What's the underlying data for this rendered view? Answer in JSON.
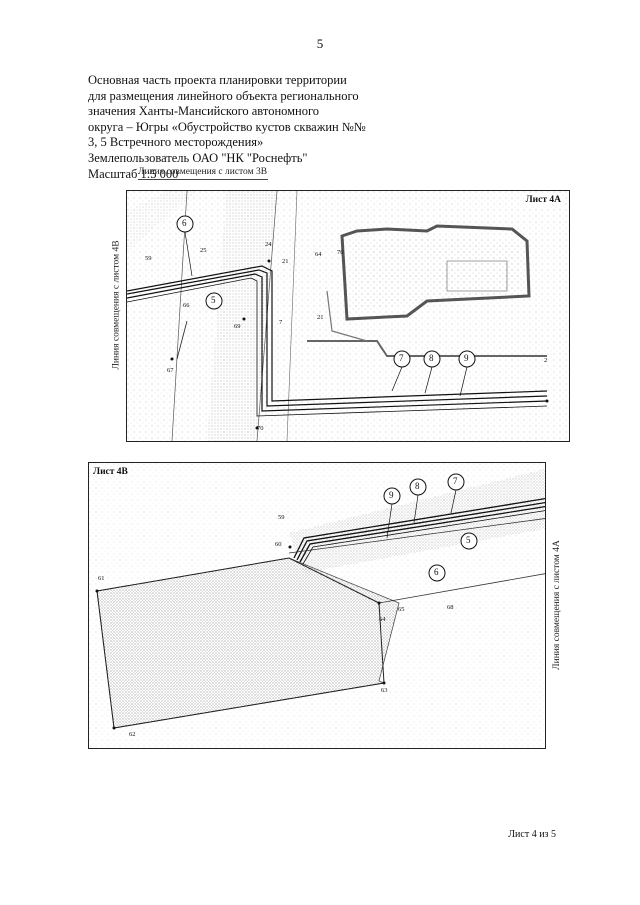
{
  "page_number": "5",
  "header": {
    "lines": [
      "Основная часть проекта планировки территории",
      "для размещения линейного объекта регионального",
      "значения Ханты-Мансийского автономного",
      "округа – Югры «Обустройство кустов скважин №№",
      "3, 5 Встречного месторождения»",
      "Землепользователь ОАО \"НК \"Роснефть\"",
      "Масштаб 1:5 000"
    ]
  },
  "sheet_a": {
    "combine_top": "Линия совмещения с листом 3В",
    "combine_left": "Линия совмещения с листом 4В",
    "label": "Лист 4А",
    "circle_labels": [
      "6",
      "5",
      "7",
      "8",
      "9"
    ],
    "point_labels": [
      "59",
      "25",
      "24",
      "21",
      "66",
      "69",
      "67",
      "7",
      "70",
      "70",
      "64",
      "2",
      "21"
    ]
  },
  "sheet_b": {
    "label": "Лист 4В",
    "combine_right": "Линия совмещения с листом 4А",
    "circle_labels": [
      "9",
      "8",
      "7",
      "5",
      "6"
    ],
    "point_labels": [
      "59",
      "60",
      "61",
      "65",
      "64",
      "68",
      "63",
      "62"
    ]
  },
  "footer": "Лист 4 из 5"
}
